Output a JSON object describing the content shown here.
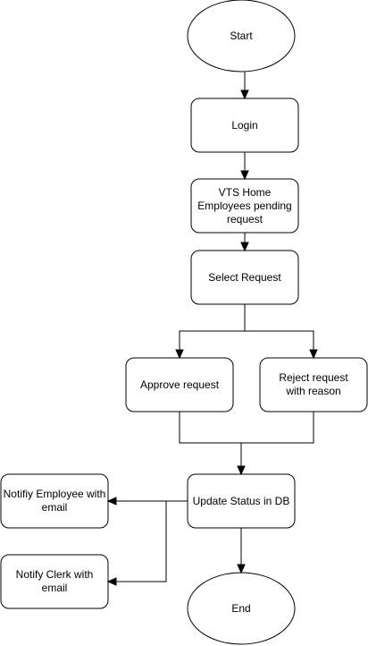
{
  "nodes": {
    "start": "Start",
    "login": "Login",
    "vts_home": "VTS Home\nEmployees pending\nrequest",
    "select_request": "Select Request",
    "approve_request": "Approve request",
    "reject_request": "Reject request\nwith reason",
    "update_status": "Update Status in DB",
    "notify_employee": "Notifiy Employee with\nemail",
    "notify_clerk": "Notify Clerk with\nemail",
    "end": "End"
  }
}
